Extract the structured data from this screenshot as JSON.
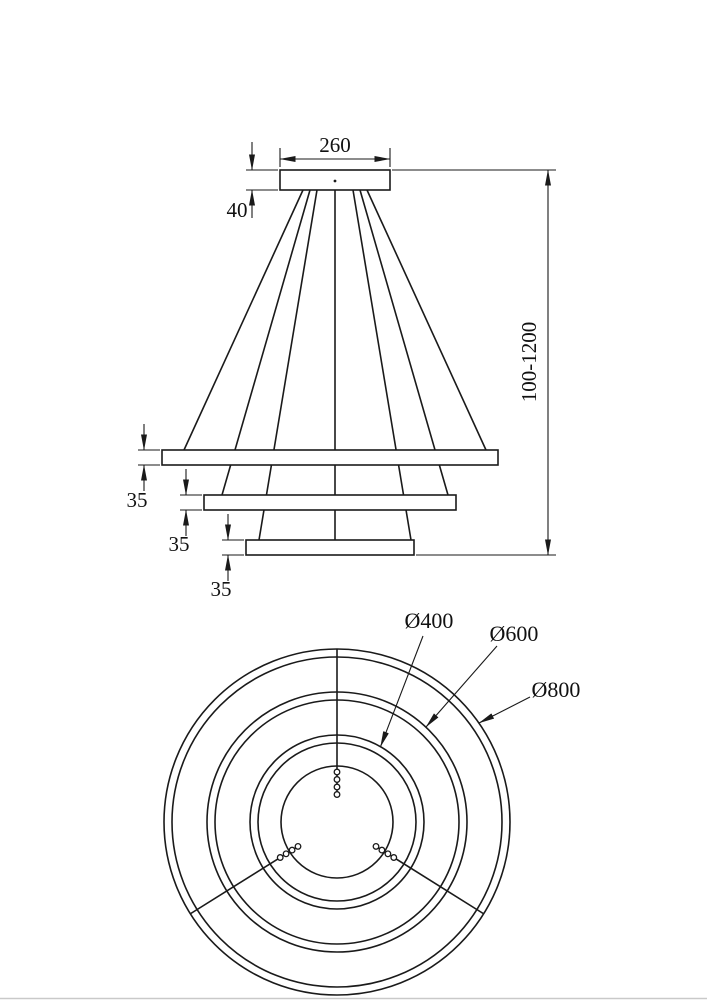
{
  "elevation": {
    "canopy_width_label": "260",
    "canopy_height_label": "40",
    "overall_height_label": "100-1200",
    "ring_height_labels": [
      "35",
      "35",
      "35"
    ]
  },
  "plan": {
    "ring_diameter_labels": [
      "Ø400",
      "Ø600",
      "Ø800"
    ]
  }
}
